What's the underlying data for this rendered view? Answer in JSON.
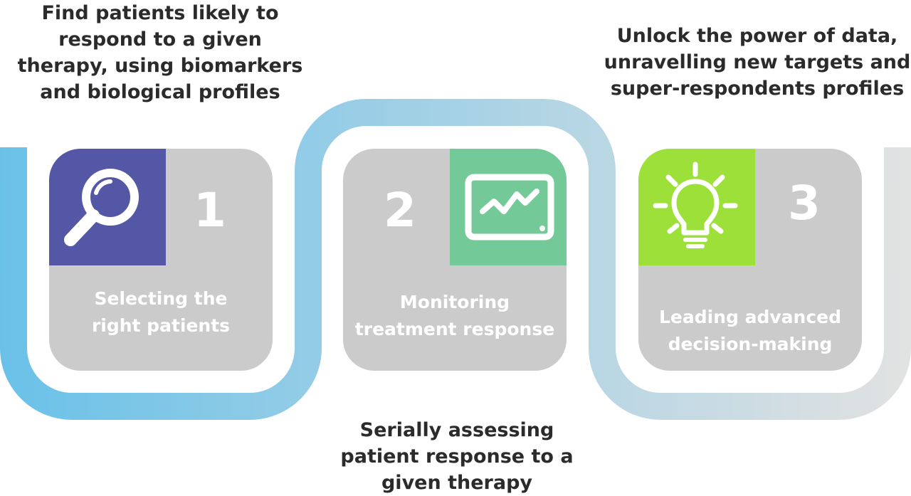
{
  "colors": {
    "band_start": "#6ac1e8",
    "band_end": "#e2e2e2",
    "card_bg": "#cbcbcb",
    "icon_search_bg": "#5456a6",
    "icon_monitor_bg": "#74c998",
    "icon_bulb_bg": "#9ee03a",
    "caption_text": "#2b2b2b"
  },
  "steps": [
    {
      "number": "1",
      "title": "Selecting the right patients",
      "title_lines": [
        "Selecting the",
        "right patients"
      ],
      "icon": "magnifying-glass-icon",
      "caption_lines": [
        "Find patients likely to",
        "respond to a given",
        "therapy, using biomarkers",
        "and biological profiles"
      ]
    },
    {
      "number": "2",
      "title": "Monitoring treatment response",
      "title_lines": [
        "Monitoring",
        "treatment response"
      ],
      "icon": "monitor-icon",
      "caption_lines": [
        "Serially assessing",
        "patient response to a",
        "given therapy"
      ]
    },
    {
      "number": "3",
      "title": "Leading advanced decision-making",
      "title_lines": [
        "Leading advanced",
        "decision-making"
      ],
      "icon": "light-bulb-icon",
      "caption_lines": [
        "Unlock the power of data,",
        "unravelling new targets and",
        "super-respondents profiles"
      ]
    }
  ]
}
